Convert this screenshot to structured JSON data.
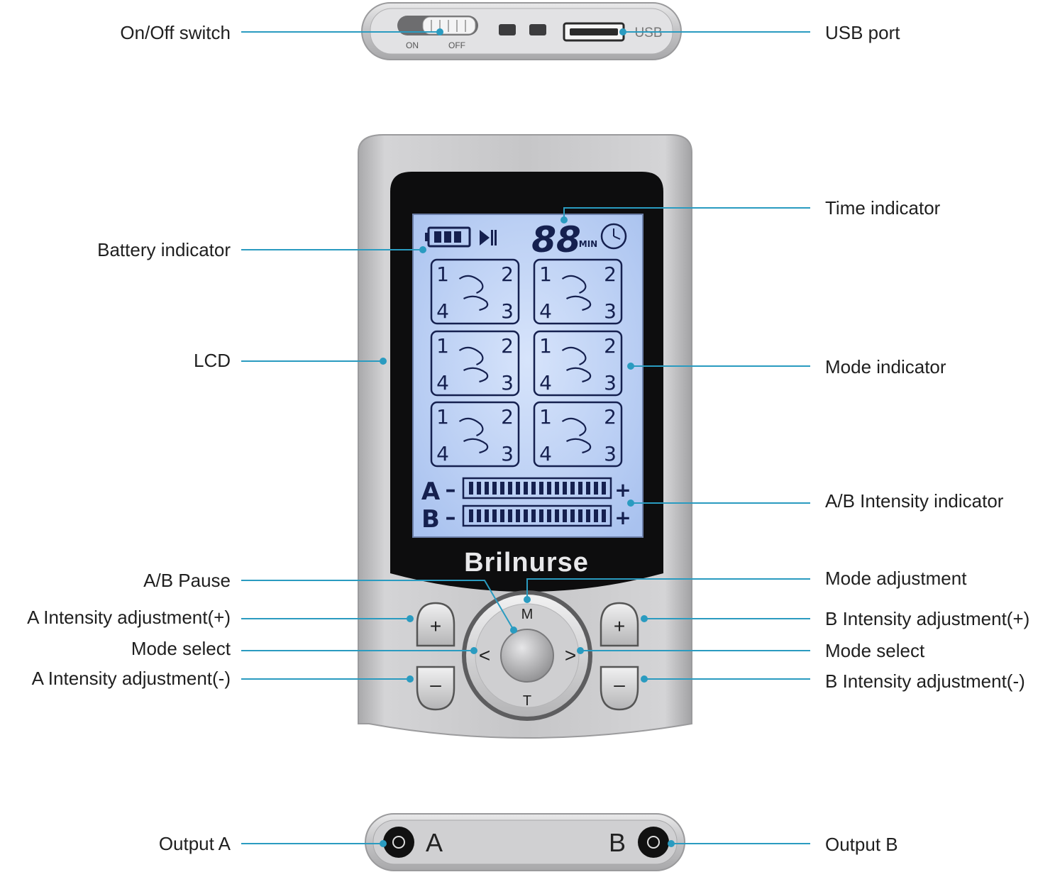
{
  "labels_left": {
    "onoff": "On/Off switch",
    "battery": "Battery indicator",
    "lcd": "LCD",
    "ab_pause": "A/B Pause",
    "a_plus": "A Intensity adjustment(+)",
    "mode_select": "Mode select",
    "a_minus": "A Intensity adjustment(-)",
    "output_a": "Output A"
  },
  "labels_right": {
    "usb": "USB port",
    "time": "Time indicator",
    "mode_indicator": "Mode indicator",
    "ab_intensity": "A/B Intensity indicator",
    "mode_adjust": "Mode adjustment",
    "b_plus": "B Intensity adjustment(+)",
    "mode_select": "Mode select",
    "b_minus": "B Intensity adjustment(-)",
    "output_b": "Output B"
  },
  "device": {
    "switch_on": "ON",
    "switch_off": "OFF",
    "usb_text": "USB",
    "brand": "Brilnurse",
    "time_digits": "88",
    "time_unit": "MIN",
    "channel_a": "A",
    "channel_b": "B",
    "minus": "–",
    "plus": "+",
    "btn_m": "M",
    "btn_t": "T",
    "btn_left": "<",
    "btn_right": ">",
    "pad_numbers": [
      "1",
      "2",
      "4",
      "3"
    ],
    "output_a_letter": "A",
    "output_b_letter": "B"
  },
  "colors": {
    "leader_line": "#2a9bc0",
    "lcd_bg": "#bcd3f5",
    "lcd_ink": "#15204f",
    "body_silver": "#c9c9cb"
  },
  "icons": [
    "battery-icon",
    "play-pause-icon",
    "clock-icon"
  ]
}
